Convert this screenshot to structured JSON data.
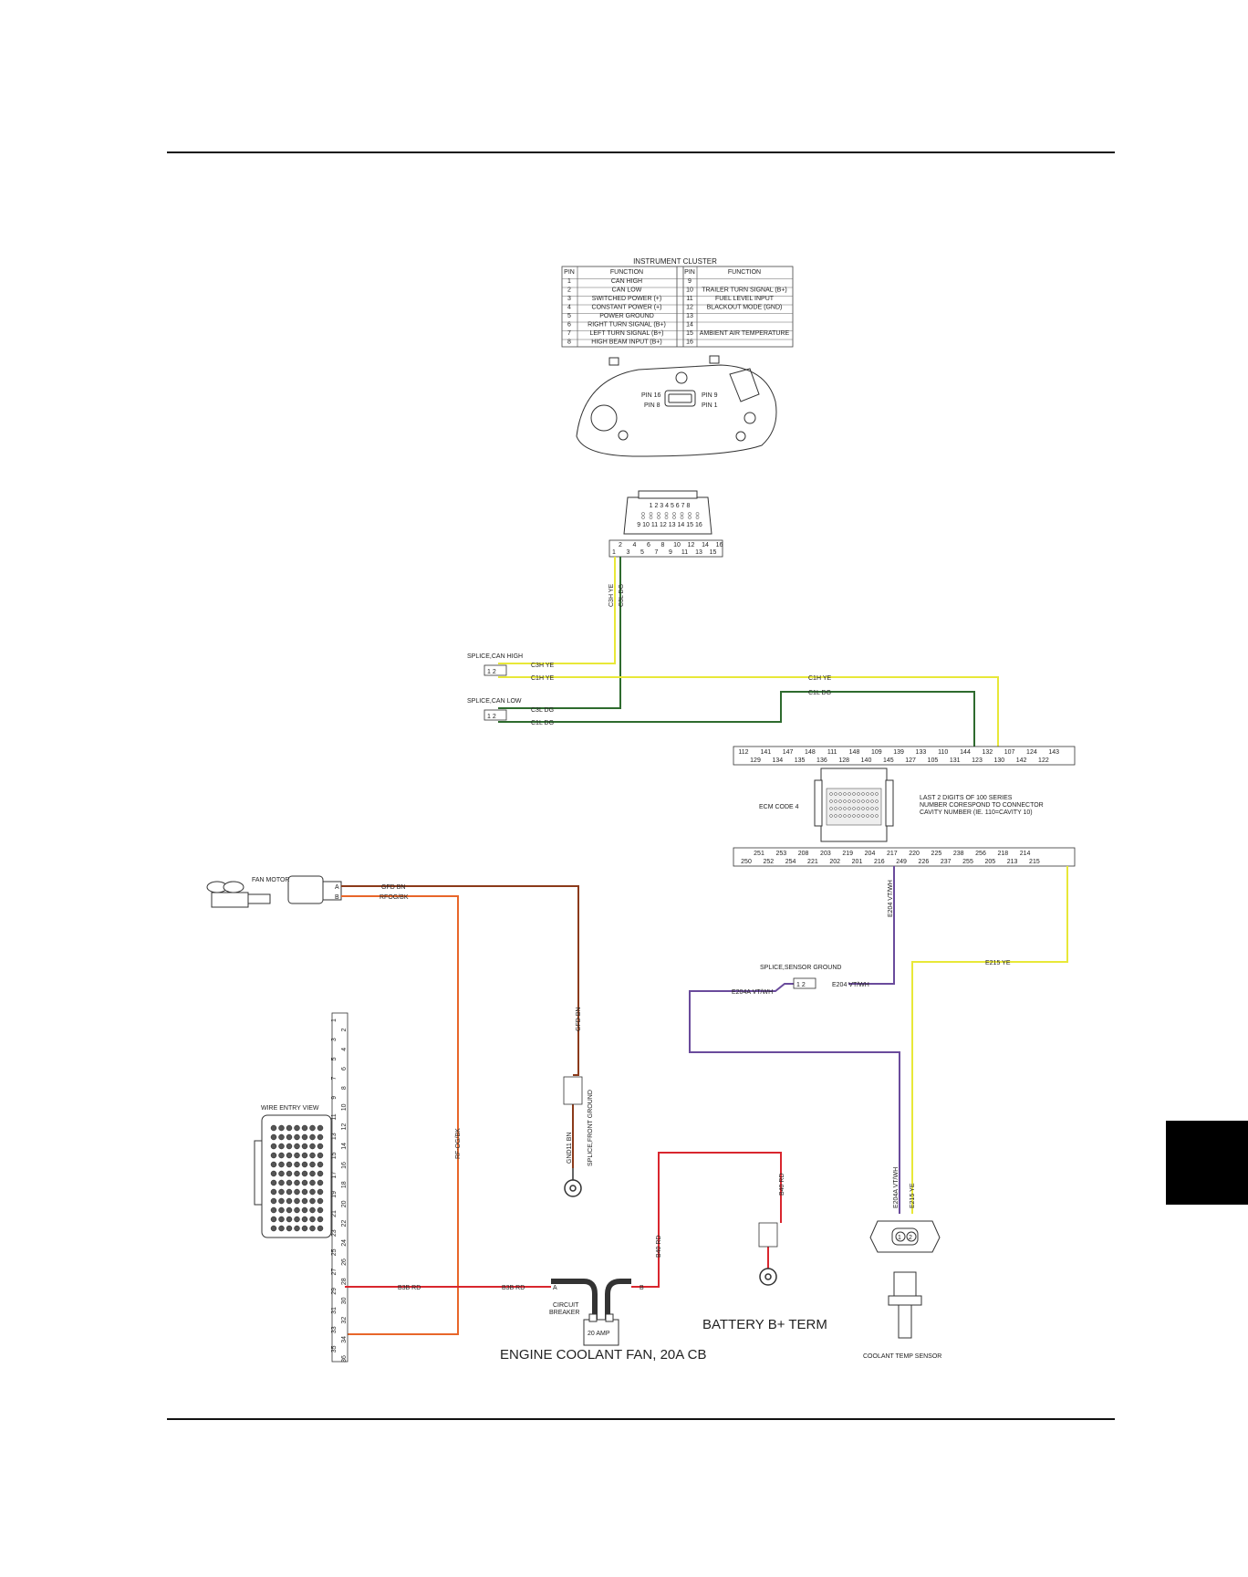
{
  "colors": {
    "yellow": "#e8e838",
    "green": "#2e6b2e",
    "brown": "#8b3a1a",
    "orange": "#e8662a",
    "red": "#d9262e",
    "violet": "#6a4b9c",
    "black": "#111111"
  },
  "cluster": {
    "title": "INSTRUMENT CLUSTER",
    "col_pin": "PIN",
    "col_function": "FUNCTION",
    "rows_left": [
      {
        "pin": "1",
        "fn": "CAN HIGH"
      },
      {
        "pin": "2",
        "fn": "CAN LOW"
      },
      {
        "pin": "3",
        "fn": "SWITCHED POWER (+)"
      },
      {
        "pin": "4",
        "fn": "CONSTANT POWER (+)"
      },
      {
        "pin": "5",
        "fn": "POWER GROUND"
      },
      {
        "pin": "6",
        "fn": "RIGHT TURN SIGNAL (B+)"
      },
      {
        "pin": "7",
        "fn": "LEFT TURN SIGNAL (B+)"
      },
      {
        "pin": "8",
        "fn": "HIGH BEAM INPUT (B+)"
      }
    ],
    "rows_right": [
      {
        "pin": "9",
        "fn": ""
      },
      {
        "pin": "10",
        "fn": "TRAILER TURN SIGNAL (B+)"
      },
      {
        "pin": "11",
        "fn": "FUEL LEVEL INPUT"
      },
      {
        "pin": "12",
        "fn": "BLACKOUT MODE (GND)"
      },
      {
        "pin": "13",
        "fn": ""
      },
      {
        "pin": "14",
        "fn": ""
      },
      {
        "pin": "15",
        "fn": "AMBIENT AIR TEMPERATURE"
      },
      {
        "pin": "16",
        "fn": ""
      }
    ],
    "pin16": "PIN 16",
    "pin8": "PIN 8",
    "pin9": "PIN 9",
    "pin1": "PIN 1",
    "conn_top_row": "1 2 3 4 5 6 7 8",
    "conn_bot_row": "9 10 11 12 13 14 15 16",
    "strip_top": [
      "2",
      "4",
      "6",
      "8",
      "10",
      "12",
      "14",
      "16"
    ],
    "strip_bot": [
      "1",
      "3",
      "5",
      "7",
      "9",
      "11",
      "13",
      "15"
    ]
  },
  "wires": {
    "c3h": "C3H YE",
    "c3l": "C3L DG",
    "c1h": "C1H YE",
    "c1l": "C1L DG",
    "c1h_top": "C1H YE",
    "c1l_top": "C1L DG",
    "gfd": "GFD BN",
    "rfog": "RFOG/BK",
    "gfd_v": "GFD BN",
    "rfog_v": "RF-OG/BK",
    "gnd_v": "GND11 BN",
    "b38a": "B3B RD",
    "b38b": "B3B RD",
    "b40a": "B40 RD",
    "b40b": "B40 RD",
    "e204": "E204 VT/WH",
    "e204v": "E204 VT/WH",
    "e204a": "E204A VT/WH",
    "e204av": "E204A VT/WH",
    "e215": "E215 YE",
    "e215v": "E215 YE"
  },
  "splices": {
    "can_high": "SPLICE,CAN HIGH",
    "can_low": "SPLICE,CAN LOW",
    "sensor_ground": "SPLICE,SENSOR GROUND",
    "front_ground": "SPLICE,FRONT GROUND",
    "pins": "1  2"
  },
  "ecm": {
    "label": "ECM CODE 4",
    "note1": "LAST 2 DIGITS OF 100 SERIES",
    "note2": "NUMBER CORESPOND TO CONNECTOR",
    "note3": "CAVITY NUMBER (IE. 110=CAVITY 10)",
    "top_a": [
      "112",
      "141",
      "147",
      "148",
      "111",
      "148",
      "109",
      "139",
      "133",
      "110",
      "144",
      "132",
      "107",
      "124",
      "143"
    ],
    "top_b": [
      "129",
      "134",
      "135",
      "136",
      "128",
      "140",
      "145",
      "127",
      "105",
      "131",
      "123",
      "130",
      "142",
      "122"
    ],
    "bot_a": [
      "251",
      "253",
      "208",
      "203",
      "219",
      "204",
      "217",
      "220",
      "225",
      "238",
      "256",
      "218",
      "214"
    ],
    "bot_b": [
      "250",
      "252",
      "254",
      "221",
      "202",
      "201",
      "216",
      "249",
      "226",
      "237",
      "255",
      "205",
      "213",
      "215"
    ]
  },
  "fan": {
    "motor": "FAN MOTOR",
    "pin_a": "A",
    "pin_b": "B"
  },
  "fusebox": {
    "wire_entry": "WIRE ENTRY VIEW",
    "pins": [
      "1",
      "2",
      "3",
      "4",
      "5",
      "6",
      "7",
      "8",
      "9",
      "10",
      "11",
      "12",
      "13",
      "14",
      "15",
      "16",
      "17",
      "18",
      "19",
      "20",
      "21",
      "22",
      "23",
      "24",
      "25",
      "26",
      "27",
      "28",
      "29",
      "30",
      "31",
      "32",
      "33",
      "34",
      "35",
      "36"
    ]
  },
  "breaker": {
    "label1": "CIRCUIT",
    "label2": "BREAKER",
    "rating": "20 AMP",
    "pin_a": "A",
    "pin_b": "B"
  },
  "battery": "BATTERY B+ TERM",
  "diagram_title": "ENGINE COOLANT FAN, 20A CB",
  "sensor": {
    "name": "COOLANT TEMP SENSOR",
    "p1": "1",
    "p2": "2"
  }
}
